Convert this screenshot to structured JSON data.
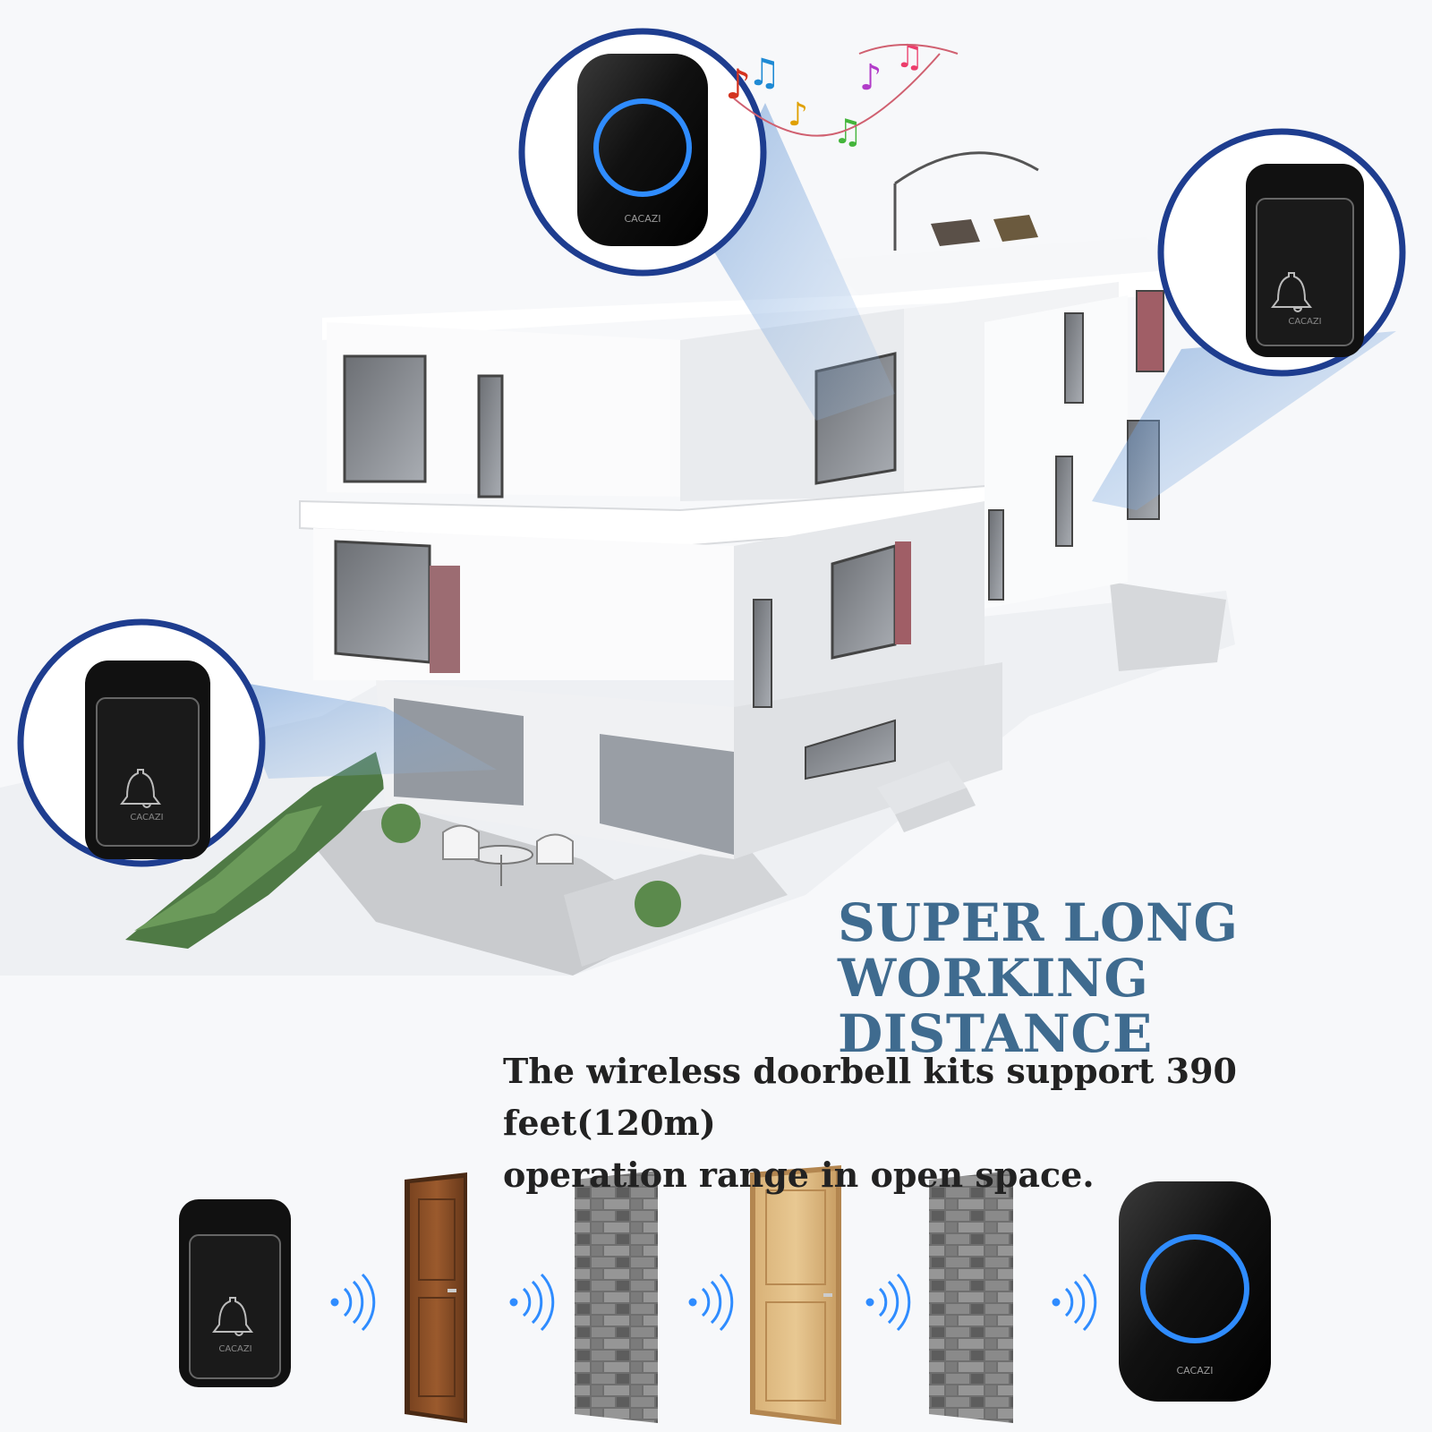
{
  "headline": {
    "line1": "SUPER LONG",
    "line2": "WORKING DISTANCE"
  },
  "description": {
    "line1": "The wireless doorbell kits support 390 feet(120m)",
    "line2": "operation range in open space."
  },
  "device_brand": "CACAZI",
  "icons": {
    "bell": "bell-icon",
    "signal": "wireless-signal-icon",
    "music": "music-notes-icon"
  },
  "colors": {
    "headline": "#3f6b8f",
    "ring_accent": "#2f8cff",
    "callout_border": "#1e3d8f",
    "device_body": "#111111"
  }
}
